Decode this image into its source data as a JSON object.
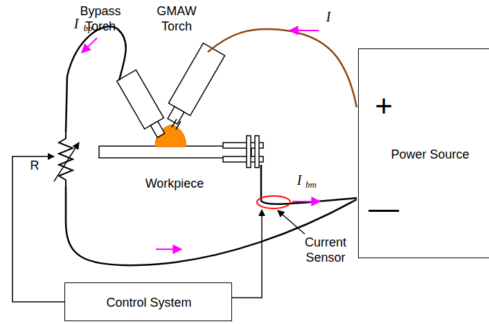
{
  "diagram": {
    "nodes": [
      {
        "text": [
          "+",
          "Power Source",
          "—"
        ]
      },
      {
        "text": [
          "Control System"
        ]
      }
    ],
    "labels": [
      "Bypass Torch",
      "GMAW Torch",
      "I",
      "I",
      "bp",
      "R",
      "Workpiece",
      "I",
      "bm",
      "Current Sensor"
    ]
  }
}
